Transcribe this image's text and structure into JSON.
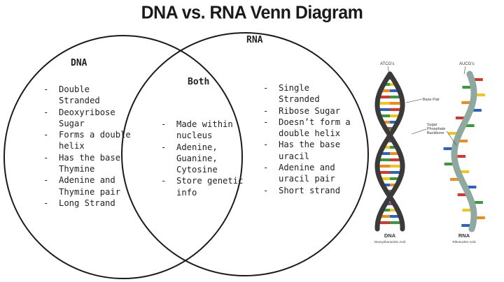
{
  "title": "DNA vs. RNA Venn Diagram",
  "sets": {
    "dna": {
      "label": "DNA",
      "items": [
        "Double Stranded",
        "Deoxyribose Sugar",
        "Forms a double helix",
        "Has the base Thymine",
        "Adenine and Thymine pair",
        "Long Strand"
      ]
    },
    "both": {
      "label": "Both",
      "items": [
        "Made within nucleus",
        "Adenine, Guanine, Cytosine",
        "Store genetic info"
      ]
    },
    "rna": {
      "label": "RNA",
      "items": [
        "Single Stranded",
        "Ribose Sugar",
        "Doesn’t form a double helix",
        "Has the base uracil",
        "Adenine and uracil pair",
        "Short strand"
      ]
    }
  },
  "illustration": {
    "dna_top_label": "ATCG's",
    "rna_top_label": "AUCG's",
    "base_pair_label": "Base Pair",
    "backbone_label": "Sugar Phosphate Backbone",
    "dna_caption": "DNA",
    "dna_subcaption": "Deoxyribonucleic Acid",
    "rna_caption": "RNA",
    "rna_subcaption": "Ribonucleic Acid",
    "colors": {
      "dna_strand": "#3a3a3a",
      "rna_strand": "#8fa8a0",
      "base_red": "#d8362a",
      "base_yellow": "#f2c51c",
      "base_blue": "#2b62c4",
      "base_green": "#3a9a3a",
      "base_orange": "#f08a1c"
    }
  }
}
